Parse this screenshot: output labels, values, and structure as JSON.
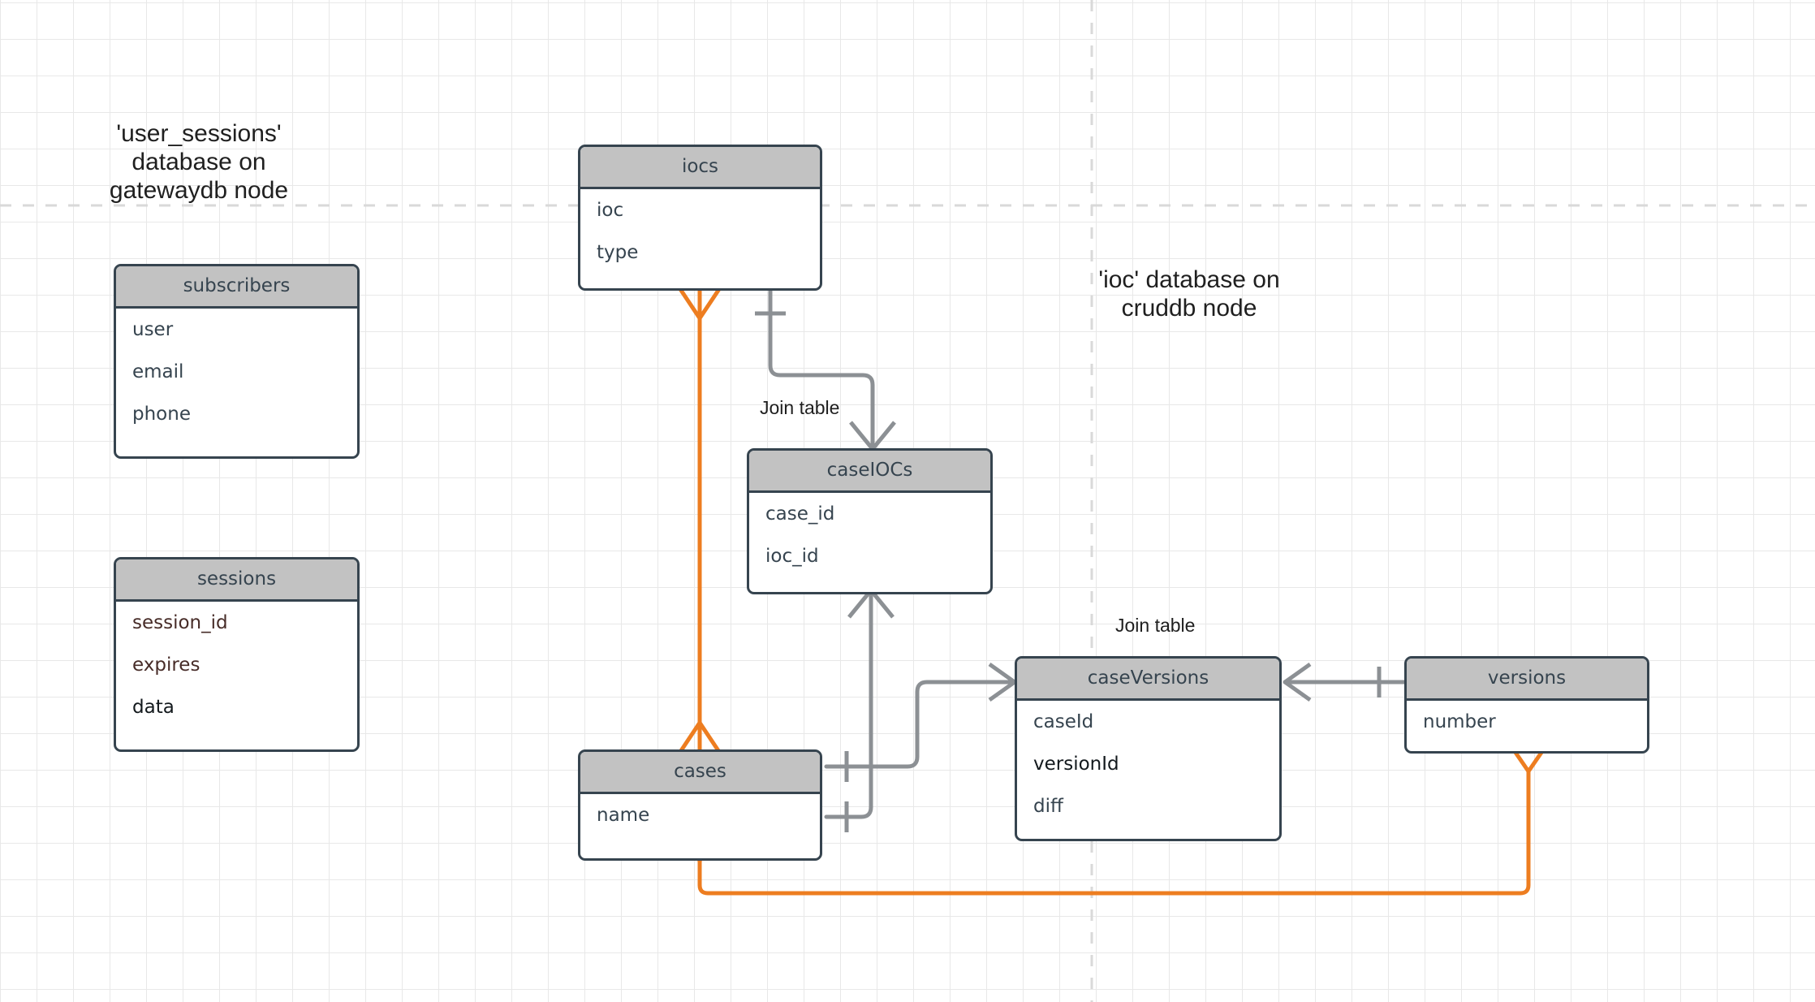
{
  "diagram": {
    "title": "database schema ER diagram",
    "background": "#ffffff",
    "grid_color": "#e8e8e8",
    "entity_border_color": "#36444f",
    "entity_header_color": "#c2c2c2",
    "relation_gray": "#8c9094",
    "relation_orange": "#ed7d20"
  },
  "notes": [
    {
      "name": "gatewaydb-note",
      "line1": "'user_sessions'",
      "line2": "database on",
      "line3": "gatewaydb node"
    },
    {
      "name": "cruddb-note",
      "line1": "'ioc' database on",
      "line2": "cruddb node",
      "line3": ""
    }
  ],
  "join_labels": [
    {
      "name": "join-label-caseiocs",
      "text": "Join table"
    },
    {
      "name": "join-label-caseversions",
      "text": "Join table"
    }
  ],
  "entities": {
    "subscribers": {
      "title": "subscribers",
      "fields": [
        "user",
        "email",
        "phone"
      ]
    },
    "sessions": {
      "title": "sessions",
      "fields": [
        "session_id",
        "expires",
        "data"
      ]
    },
    "iocs": {
      "title": "iocs",
      "fields": [
        "ioc",
        "type"
      ]
    },
    "caseIOCs": {
      "title": "caseIOCs",
      "fields": [
        "case_id",
        "ioc_id"
      ]
    },
    "cases": {
      "title": "cases",
      "fields": [
        "name"
      ]
    },
    "caseVersions": {
      "title": "caseVersions",
      "fields": [
        "caseId",
        "versionId",
        "diff"
      ]
    },
    "versions": {
      "title": "versions",
      "fields": [
        "number"
      ]
    }
  },
  "relationships": [
    {
      "name": "iocs-to-caseiocs",
      "from": "iocs",
      "to": "caseIOCs",
      "from_card": "one",
      "to_card": "many",
      "color": "#8c9094"
    },
    {
      "name": "caseiocs-to-cases",
      "from": "caseIOCs",
      "to": "cases",
      "from_card": "many",
      "to_card": "one",
      "color": "#8c9094"
    },
    {
      "name": "cases-to-caseversions",
      "from": "cases",
      "to": "caseVersions",
      "from_card": "one",
      "to_card": "many",
      "color": "#8c9094"
    },
    {
      "name": "caseversions-to-versions",
      "from": "caseVersions",
      "to": "versions",
      "from_card": "many",
      "to_card": "one",
      "color": "#8c9094"
    },
    {
      "name": "iocs-to-cases",
      "from": "iocs",
      "to": "cases",
      "from_card": "many",
      "to_card": "many",
      "color": "#ed7d20"
    },
    {
      "name": "cases-to-versions",
      "from": "cases",
      "to": "versions",
      "from_card": "many",
      "to_card": "many",
      "color": "#ed7d20"
    }
  ]
}
